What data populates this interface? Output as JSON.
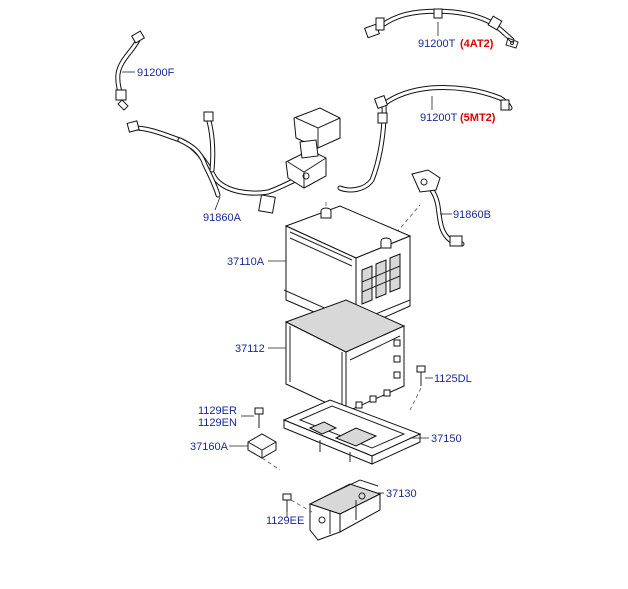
{
  "parts": [
    {
      "id": "91200T-4AT2",
      "number": "91200T",
      "variant": "(4AT2)",
      "variant_color": "#e00000"
    },
    {
      "id": "91200F",
      "number": "91200F",
      "variant": ""
    },
    {
      "id": "91200T-5MT2",
      "number": "91200T",
      "variant": "(5MT2)",
      "variant_color": "#e00000"
    },
    {
      "id": "91860A",
      "number": "91860A",
      "variant": ""
    },
    {
      "id": "91860B",
      "number": "91860B",
      "variant": ""
    },
    {
      "id": "37110A",
      "number": "37110A",
      "variant": ""
    },
    {
      "id": "37112",
      "number": "37112",
      "variant": ""
    },
    {
      "id": "1125DL",
      "number": "1125DL",
      "variant": ""
    },
    {
      "id": "1129ER",
      "number": "1129ER",
      "variant": ""
    },
    {
      "id": "1129EN",
      "number": "1129EN",
      "variant": ""
    },
    {
      "id": "37160A",
      "number": "37160A",
      "variant": ""
    },
    {
      "id": "37150",
      "number": "37150",
      "variant": ""
    },
    {
      "id": "37130",
      "number": "37130",
      "variant": ""
    },
    {
      "id": "1129EE",
      "number": "1129EE",
      "variant": ""
    }
  ],
  "colors": {
    "label": "#1a2a9a",
    "variant": "#e00000",
    "line": "#222222"
  }
}
